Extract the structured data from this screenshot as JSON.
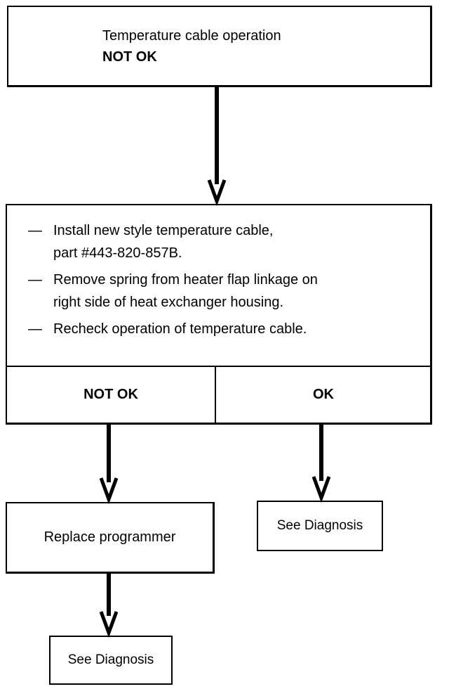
{
  "start_box": {
    "line1": "Temperature cable operation",
    "line2": "NOT OK"
  },
  "steps_box": {
    "steps": [
      {
        "bullet": "—",
        "text": "Install new style temperature cable,",
        "text2": "part #443-820-857B."
      },
      {
        "bullet": "—",
        "text": "Remove spring from heater flap linkage on",
        "text2": "right side of heat exchanger housing."
      },
      {
        "bullet": "—",
        "text": "Recheck operation of temperature cable.",
        "text2": ""
      }
    ],
    "result_not_ok": "NOT OK",
    "result_ok": "OK"
  },
  "replace_box": {
    "text": "Replace programmer"
  },
  "diagnosis_right": {
    "text": "See Diagnosis"
  },
  "diagnosis_left": {
    "text": "See Diagnosis"
  },
  "colors": {
    "ink": "#000000",
    "paper": "#ffffff"
  }
}
